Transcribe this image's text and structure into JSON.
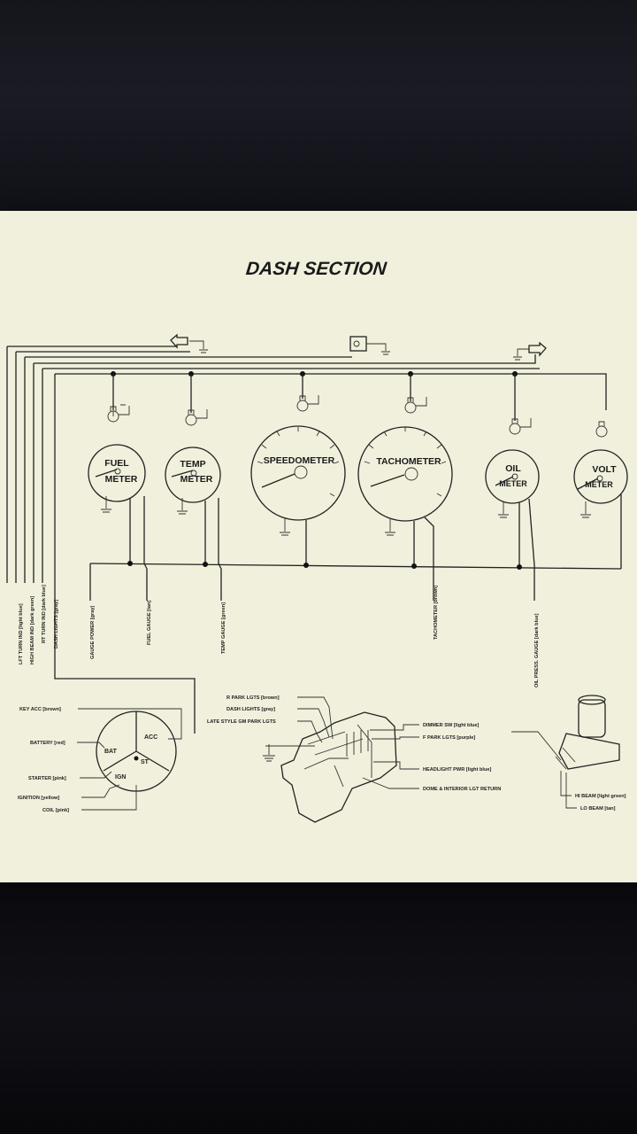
{
  "title": "DASH SECTION",
  "gauges": {
    "fuel": [
      "FUEL",
      "METER"
    ],
    "temp": [
      "TEMP",
      "METER"
    ],
    "speedometer": "SPEEDOMETER",
    "tachometer": "TACHOMETER",
    "oil": [
      "OIL",
      "METER"
    ],
    "volt": [
      "VOLT",
      "METER"
    ]
  },
  "left_wires": [
    "LFT TURN IND [light blue]",
    "HIGH BEAM IND [dark green]",
    "RT TURN IND [dark blue]",
    "DASH LIGHTS [gray]"
  ],
  "bottom_wires": {
    "gauge_power": "GAUGE POWER [gray]",
    "fuel_gauge": "FUEL GAUGE [tan]",
    "temp_gauge": "TEMP GAUGE [green]",
    "tachometer": "TACHOMETER [brown]",
    "oil_press": "OIL PRESS. GAUGE [dark blue]"
  },
  "ignition": {
    "key_acc": "KEY ACC [brown]",
    "battery": "BATTERY [red]",
    "starter": "STARTER [pink]",
    "ignition": "IGNITION [yellow]",
    "coil": "COIL [pink]",
    "terminals": {
      "bat": "BAT",
      "acc": "ACC",
      "st": "ST",
      "ign": "IGN"
    }
  },
  "headlight_switch": {
    "r_park": "R PARK LGTS [brown]",
    "dash_lights": "DASH LIGHTS [gray]",
    "late_style": "LATE STYLE GM PARK LGTS",
    "dimmer": "DIMMER SW [light blue]",
    "f_park": "F PARK LGTS [purple]",
    "headlight_pwr": "HEADLIGHT PWR [light blue]",
    "dome": "DOME & INTERIOR LGT RETURN"
  },
  "dimmer_switch": {
    "hi_beam": "HI BEAM [light green]",
    "lo_beam": "LO BEAM [tan]"
  }
}
